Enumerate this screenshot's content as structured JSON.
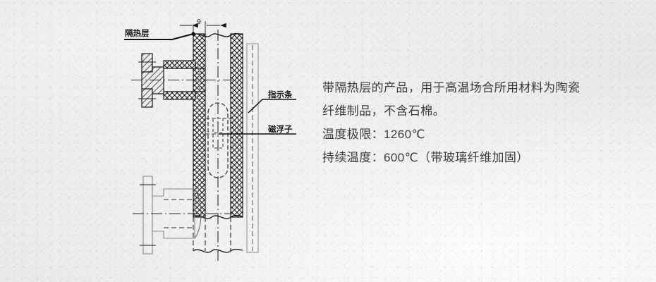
{
  "page": {
    "background_color": "#e9e9e9",
    "text_color": "#3a3a3a",
    "line_color": "#1a1a1a"
  },
  "drawing": {
    "title": "magnetic-level-gauge-cross-section",
    "dimension_label": "9",
    "callouts": [
      {
        "key": "insulation",
        "label": "隔热层"
      },
      {
        "key": "indicator_strip",
        "label": "指示条"
      },
      {
        "key": "magnetic_float",
        "label": "磁浮子"
      }
    ]
  },
  "description": {
    "lines": [
      "带隔热层的产品，用于高温场合所用材料为陶瓷",
      "纤维制品，不含石棉。",
      "温度极限：1260℃",
      "持续温度：600℃（带玻璃纤维加固）"
    ]
  }
}
